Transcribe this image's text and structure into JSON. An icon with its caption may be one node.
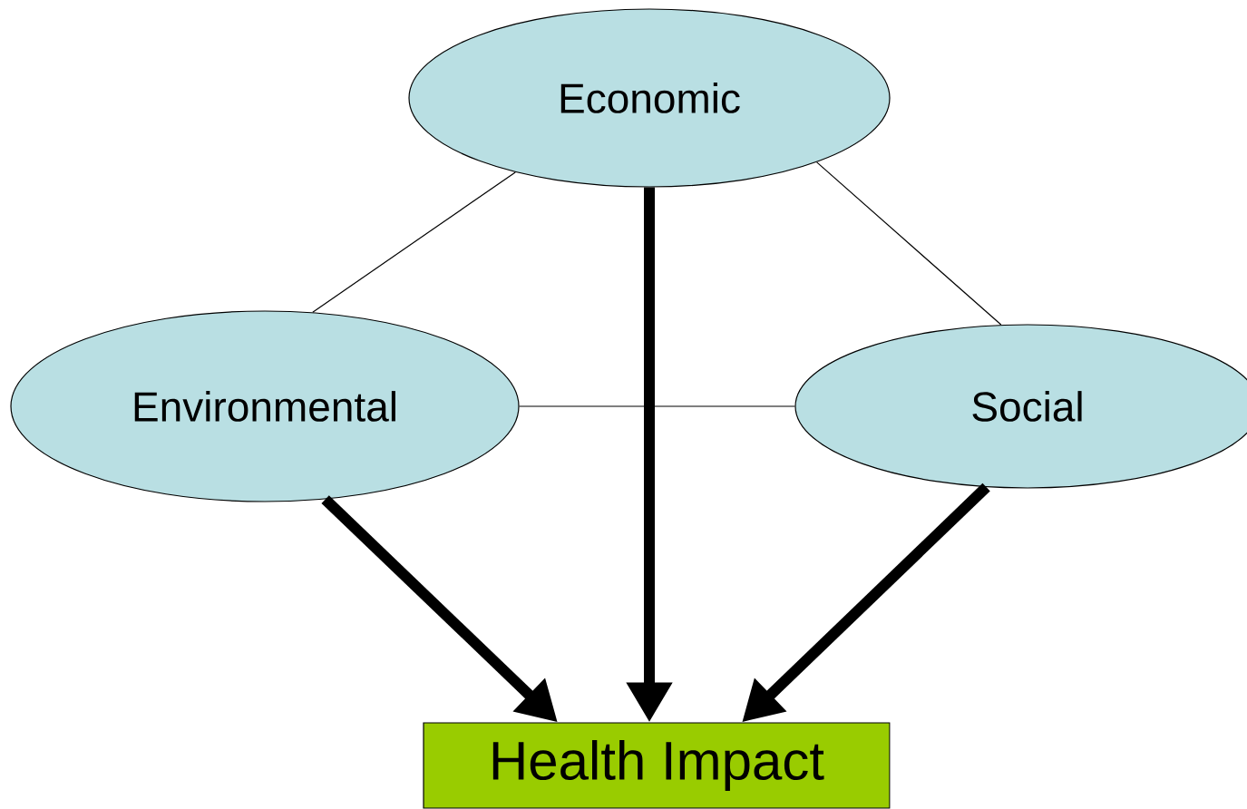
{
  "diagram": {
    "nodes": [
      {
        "text": [
          "Economic"
        ]
      },
      {
        "text": [
          "Environmental"
        ]
      },
      {
        "text": [
          "Social"
        ]
      },
      {
        "text": [
          "Health Impact"
        ]
      }
    ],
    "edges": [
      {
        "from": 0,
        "to": 1,
        "arrow": "none"
      },
      {
        "from": 0,
        "to": 2,
        "arrow": "none"
      },
      {
        "from": 1,
        "to": 2,
        "arrow": "none"
      },
      {
        "from": 0,
        "to": 3,
        "arrow": "to",
        "style": "thick"
      },
      {
        "from": 1,
        "to": 3,
        "arrow": "to",
        "style": "thick"
      },
      {
        "from": 2,
        "to": 3,
        "arrow": "to",
        "style": "thick"
      }
    ]
  }
}
